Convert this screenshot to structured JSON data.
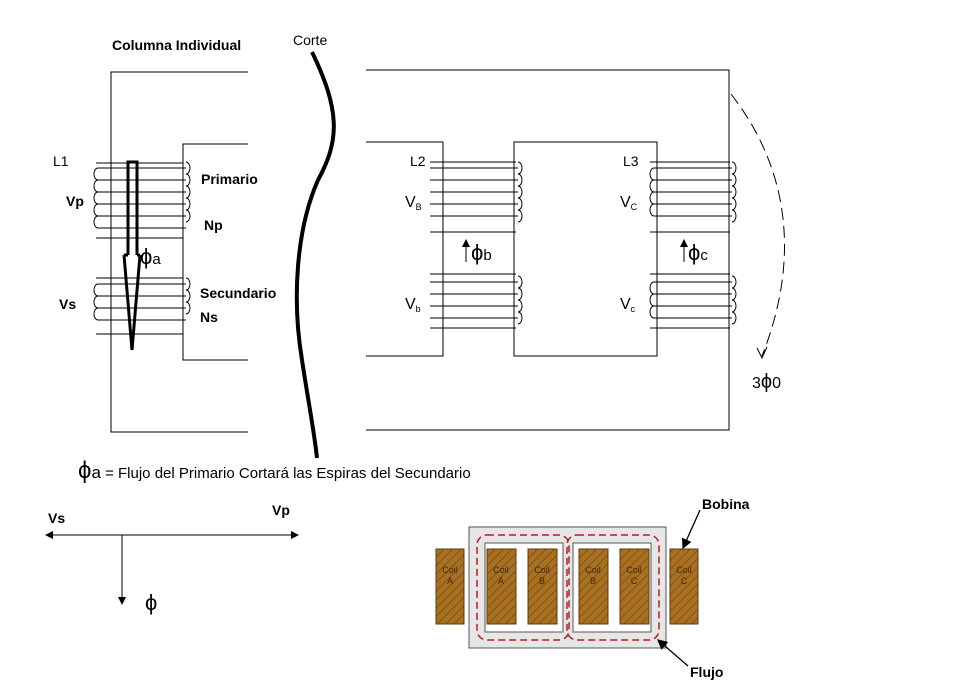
{
  "labels": {
    "columna_individual": "Columna Individual",
    "corte": "Corte",
    "l1": "L1",
    "l2": "L2",
    "l3": "L3",
    "vp": "Vp",
    "vs": "Vs",
    "primario": "Primario",
    "np": "Np",
    "secundario": "Secundario",
    "ns": "Ns",
    "phi": "ϕ",
    "phi_a_sub": "a",
    "phi_b_sub": "b",
    "phi_c_sub": "c",
    "vb_upper_main": "V",
    "vb_upper_sub": "B",
    "vb_lower_main": "V",
    "vb_lower_sub": "b",
    "vc_upper_main": "V",
    "vc_upper_sub": "C",
    "vc_lower_main": "V",
    "vc_lower_sub": "c",
    "three_phi_prefix": "3",
    "three_phi_sub": "0",
    "legend_suffix": " = Flujo del Primario Cortará las Espiras del Secundario",
    "phasor_vs": "Vs",
    "phasor_vp": "Vp",
    "phasor_phi": "ϕ",
    "bobina": "Bobina",
    "flujo": "Flujo"
  },
  "cross_section": {
    "coils": [
      {
        "line1": "Coil",
        "line2": "A"
      },
      {
        "line1": "Coil",
        "line2": "A"
      },
      {
        "line1": "Coil",
        "line2": "B"
      },
      {
        "line1": "Coil",
        "line2": "B"
      },
      {
        "line1": "Coil",
        "line2": "C"
      },
      {
        "line1": "Coil",
        "line2": "C"
      }
    ]
  },
  "colors": {
    "line": "#000000",
    "coil_fill": "#a87020",
    "core_fill": "#e6e6e6",
    "flux_dash": "#b02020"
  }
}
